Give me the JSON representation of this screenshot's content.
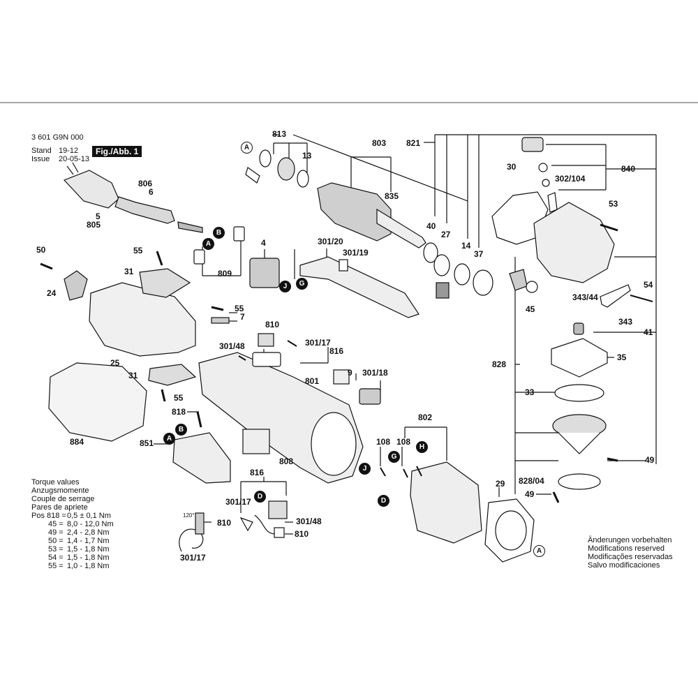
{
  "header": {
    "doc_number": "3 601 G9N 000",
    "stand_label": "Stand",
    "stand_value": "19-12",
    "issue_label": "Issue",
    "issue_value": "20-05-13",
    "figure_label": "Fig./Abb. 1"
  },
  "torque": {
    "titles": [
      "Torque values",
      "Anzugsmomente",
      "Couple de serrage",
      "Pares de apriete"
    ],
    "rows": [
      {
        "pos": "Pos 818 =",
        "value": "0,5 ± 0,1 Nm"
      },
      {
        "pos": "45 =",
        "value": "8,0 - 12,0 Nm"
      },
      {
        "pos": "49 =",
        "value": "2,4 - 2,8 Nm"
      },
      {
        "pos": "50 =",
        "value": "1,4 - 1,7 Nm"
      },
      {
        "pos": "53 =",
        "value": "1,5 - 1,8 Nm"
      },
      {
        "pos": "54 =",
        "value": "1,5 - 1,8 Nm"
      },
      {
        "pos": "55 =",
        "value": "1,0 - 1,8 Nm"
      }
    ]
  },
  "notes": [
    "Änderungen vorbehalten",
    "Modifications reserved",
    "Modificações reservadas",
    "Salvo modificaciones"
  ],
  "angle_label": "120°",
  "parts": [
    "813",
    "803",
    "13",
    "835",
    "806",
    "6",
    "5",
    "805",
    "821",
    "30",
    "840",
    "302/104",
    "53",
    "40",
    "27",
    "14",
    "37",
    "45",
    "54",
    "343/44",
    "343",
    "41",
    "35",
    "828",
    "33",
    "49",
    "828/04",
    "50",
    "55",
    "31",
    "24",
    "809",
    "4",
    "301/20",
    "301/19",
    "7",
    "810",
    "301/17",
    "816",
    "301/48",
    "25",
    "9",
    "301/18",
    "801",
    "818",
    "851",
    "884",
    "808",
    "802",
    "108",
    "29",
    "810",
    "301/48",
    "301/17"
  ],
  "markers": [
    "A",
    "B",
    "A",
    "G",
    "J",
    "H",
    "G",
    "D",
    "J",
    "B",
    "A",
    "D",
    "A"
  ]
}
